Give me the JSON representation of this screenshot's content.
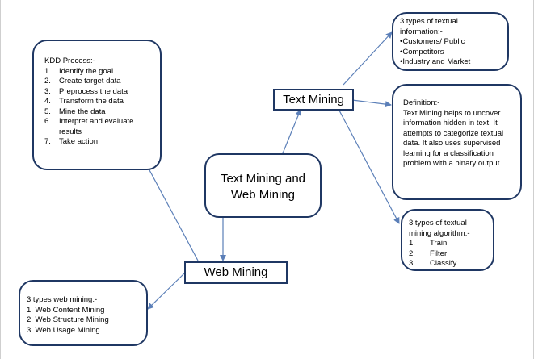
{
  "nodes": {
    "kdd": {
      "title": "KDD Process:-",
      "items": [
        {
          "n": "1.",
          "t": "Identify the goal"
        },
        {
          "n": "2.",
          "t": "Create target data"
        },
        {
          "n": "3.",
          "t": "Preprocess the data"
        },
        {
          "n": "4.",
          "t": "Transform the data"
        },
        {
          "n": "5.",
          "t": "Mine the data"
        },
        {
          "n": "6.",
          "t": "Interpret and evaluate results"
        },
        {
          "n": "7.",
          "t": "Take action"
        }
      ]
    },
    "center": {
      "line1": "Text Mining and",
      "line2": "Web Mining"
    },
    "text_mining": {
      "label": "Text Mining"
    },
    "web_mining": {
      "label": "Web Mining"
    },
    "textual_info": {
      "title": "3 types of textual information:-",
      "items": [
        "Customers/ Public",
        "Competitors",
        "Industry and Market"
      ]
    },
    "definition": {
      "title": "Definition:-",
      "body": "Text Mining helps to uncover information hidden in text. It attempts to categorize textual data. It also uses supervised learning for a classification problem with a binary output."
    },
    "algorithm": {
      "title": "3 types of textual mining algorithm:-",
      "items": [
        {
          "n": "1.",
          "t": "Train"
        },
        {
          "n": "2.",
          "t": "Filter"
        },
        {
          "n": "3.",
          "t": "Classify"
        }
      ]
    },
    "web_types": {
      "title": "3 types web mining:-",
      "items": [
        "1. Web Content Mining",
        "2. Web Structure Mining",
        "3. Web Usage Mining"
      ]
    }
  },
  "colors": {
    "border": "#1f3763",
    "arrow": "#5b7fb8"
  }
}
